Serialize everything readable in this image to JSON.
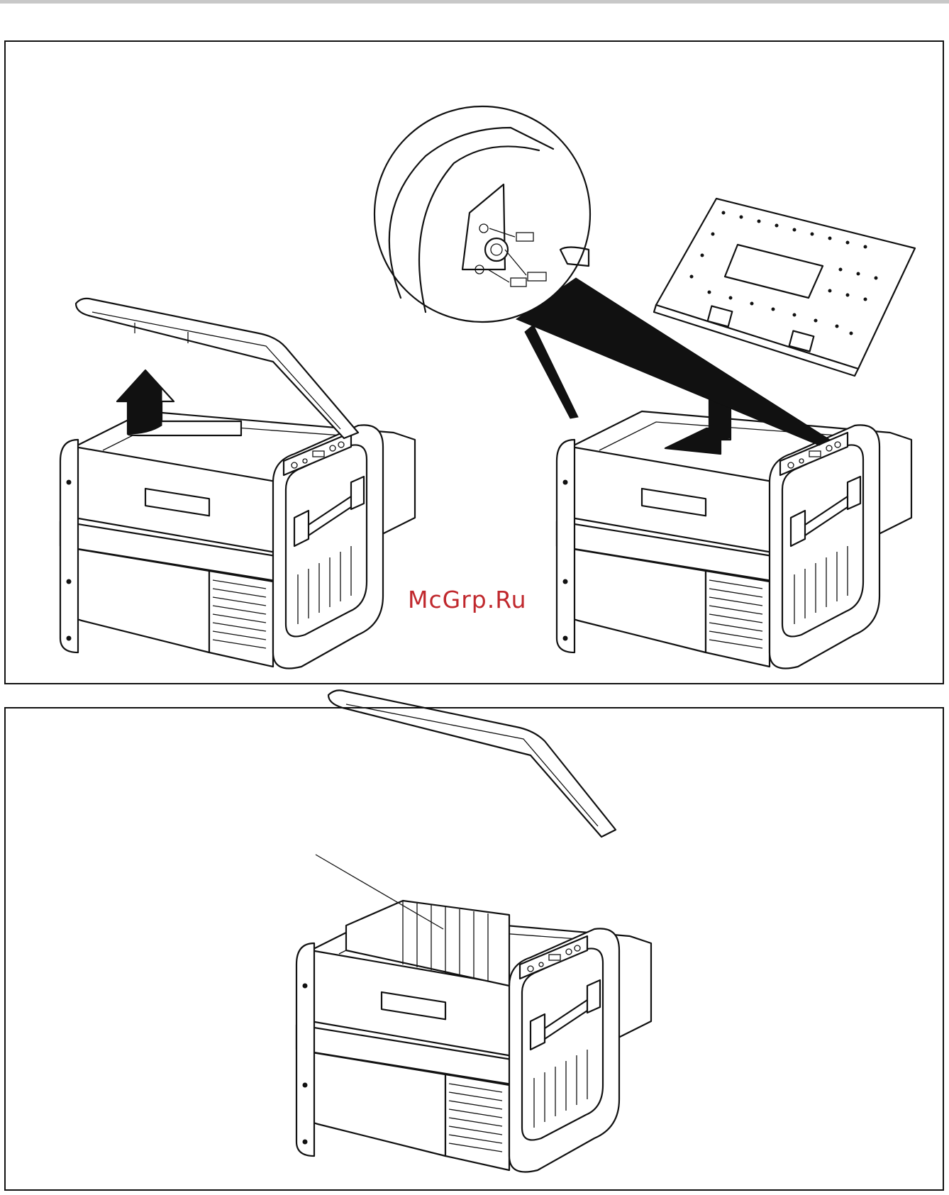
{
  "watermark": {
    "text": "McGrp.Ru",
    "color": "#c0282d"
  },
  "colors": {
    "line": "#111111",
    "background": "#ffffff",
    "header_rule": "#c8c8c8"
  },
  "figures": [
    {
      "id": "lid-removal",
      "icons": [
        "cooler-lid-open-icon",
        "up-arrow-icon",
        "hinge-detail-icon",
        "detached-lid-icon",
        "down-arrow-icon"
      ]
    },
    {
      "id": "basket-insert",
      "icons": [
        "cooler-with-basket-icon"
      ]
    }
  ]
}
